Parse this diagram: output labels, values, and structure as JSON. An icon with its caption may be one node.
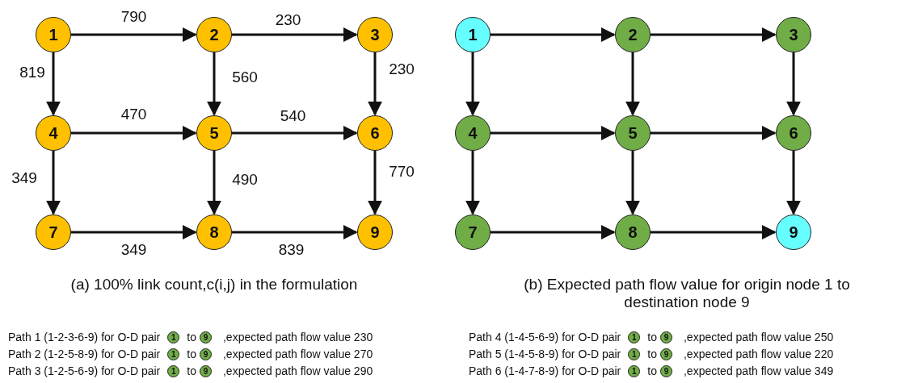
{
  "diagram": {
    "nodes": [
      {
        "text": [
          "1"
        ]
      },
      {
        "text": [
          "2"
        ]
      },
      {
        "text": [
          "3"
        ]
      },
      {
        "text": [
          "4"
        ]
      },
      {
        "text": [
          "5"
        ]
      },
      {
        "text": [
          "6"
        ]
      },
      {
        "text": [
          "7"
        ]
      },
      {
        "text": [
          "8"
        ]
      },
      {
        "text": [
          "9"
        ]
      },
      {
        "text": [
          "1"
        ]
      },
      {
        "text": [
          "2"
        ]
      },
      {
        "text": [
          "3"
        ]
      },
      {
        "text": [
          "4"
        ]
      },
      {
        "text": [
          "5"
        ]
      },
      {
        "text": [
          "6"
        ]
      },
      {
        "text": [
          "7"
        ]
      },
      {
        "text": [
          "8"
        ]
      },
      {
        "text": [
          "9"
        ]
      },
      {
        "text": [
          "1"
        ]
      },
      {
        "text": [
          "9"
        ]
      },
      {
        "text": [
          "1"
        ]
      },
      {
        "text": [
          "9"
        ]
      },
      {
        "text": [
          "1"
        ]
      },
      {
        "text": [
          "9"
        ]
      },
      {
        "text": [
          "1"
        ]
      },
      {
        "text": [
          "9"
        ]
      },
      {
        "text": [
          "1"
        ]
      },
      {
        "text": [
          "9"
        ]
      },
      {
        "text": [
          "1"
        ]
      },
      {
        "text": [
          "9"
        ]
      }
    ],
    "edges": [
      {
        "from": 0,
        "to": 1,
        "arrow": "to",
        "label": "790"
      },
      {
        "from": 1,
        "to": 2,
        "arrow": "to",
        "label": "230"
      },
      {
        "from": 0,
        "to": 3,
        "arrow": "to",
        "label": "819"
      },
      {
        "from": 1,
        "to": 4,
        "arrow": "to",
        "label": "560"
      },
      {
        "from": 2,
        "to": 5,
        "arrow": "to",
        "label": "230"
      },
      {
        "from": 3,
        "to": 4,
        "arrow": "to",
        "label": "470"
      },
      {
        "from": 4,
        "to": 5,
        "arrow": "to",
        "label": "540"
      },
      {
        "from": 3,
        "to": 6,
        "arrow": "to",
        "label": "349"
      },
      {
        "from": 4,
        "to": 7,
        "arrow": "to",
        "label": "490"
      },
      {
        "from": 5,
        "to": 8,
        "arrow": "to",
        "label": "770"
      },
      {
        "from": 6,
        "to": 7,
        "arrow": "to",
        "label": "349"
      },
      {
        "from": 7,
        "to": 8,
        "arrow": "to",
        "label": "839"
      },
      {
        "from": 9,
        "to": 10,
        "arrow": "to"
      },
      {
        "from": 10,
        "to": 11,
        "arrow": "to"
      },
      {
        "from": 9,
        "to": 12,
        "arrow": "to"
      },
      {
        "from": 10,
        "to": 13,
        "arrow": "to"
      },
      {
        "from": 11,
        "to": 14,
        "arrow": "to"
      },
      {
        "from": 12,
        "to": 13,
        "arrow": "to"
      },
      {
        "from": 13,
        "to": 14,
        "arrow": "to"
      },
      {
        "from": 12,
        "to": 15,
        "arrow": "to"
      },
      {
        "from": 13,
        "to": 16,
        "arrow": "to"
      },
      {
        "from": 14,
        "to": 17,
        "arrow": "to"
      },
      {
        "from": 15,
        "to": 16,
        "arrow": "to"
      },
      {
        "from": 16,
        "to": 17,
        "arrow": "to"
      }
    ],
    "labels": [
      "(a) 100% link count,c(i,j) in the formulation",
      "(b) Expected path flow value for origin node 1 to destination node 9",
      "Path 1 (1-2-3-6-9) for O-D pair",
      "to",
      ",expected path flow value 230",
      "Path 2 (1-2-5-8-9) for O-D pair",
      "to",
      ",expected path flow value 270",
      "Path 3 (1-2-5-6-9) for O-D pair",
      "to",
      ",expected path flow value 290",
      "Path 4 (1-4-5-6-9) for O-D pair",
      "to",
      ",expected path flow value 250",
      "Path 5 (1-4-5-8-9) for O-D pair",
      "to",
      ",expected path flow value 220",
      "Path 6 (1-4-7-8-9) for O-D pair",
      "to",
      ",expected path flow value 349"
    ]
  }
}
